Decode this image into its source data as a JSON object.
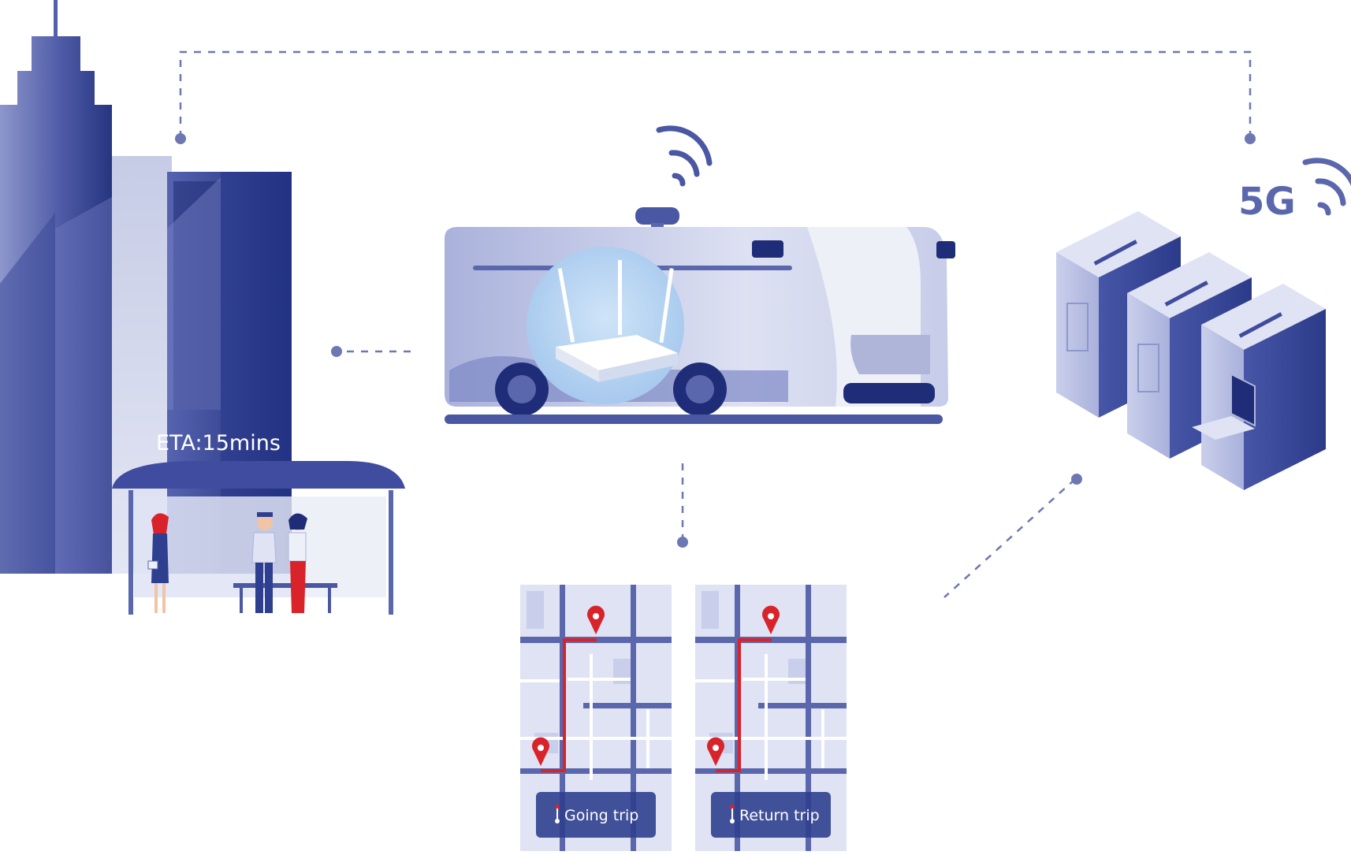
{
  "colors": {
    "primary": "#2f3f8f",
    "mid": "#5b67ad",
    "light": "#aeb5d9",
    "pale": "#dfe3f3",
    "connector": "#6d78b3",
    "route": "#d8232a",
    "white": "#ffffff"
  },
  "bus_stop": {
    "eta": "ETA:15mins"
  },
  "network": {
    "label": "5G"
  },
  "maps": [
    {
      "label": "Going trip"
    },
    {
      "label": "Return trip"
    }
  ],
  "icons": {
    "wifi": "wifi-signal-icon",
    "router": "router-icon",
    "pin": "location-pin-icon"
  }
}
